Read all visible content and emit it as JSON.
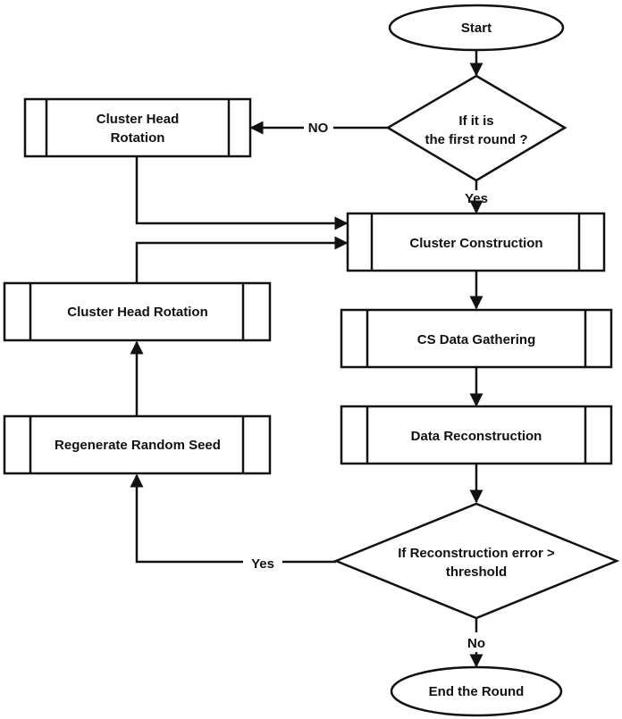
{
  "nodes": {
    "start": "Start",
    "first_round_q_line1": "If it is",
    "first_round_q_line2": "the first round ?",
    "chr_top_line1": "Cluster Head",
    "chr_top_line2": "Rotation",
    "cluster_construction": "Cluster Construction",
    "cs_data_gathering": "CS Data Gathering",
    "data_reconstruction": "Data Reconstruction",
    "error_q_line1": "If Reconstruction error >",
    "error_q_line2": "threshold",
    "end": "End the Round",
    "chr_left": "Cluster Head Rotation",
    "regenerate_seed": "Regenerate Random Seed"
  },
  "edges": {
    "no_first": "NO",
    "yes_first": "Yes",
    "yes_error": "Yes",
    "no_error": "No"
  },
  "colors": {
    "stroke": "#111111",
    "fill": "#ffffff"
  }
}
